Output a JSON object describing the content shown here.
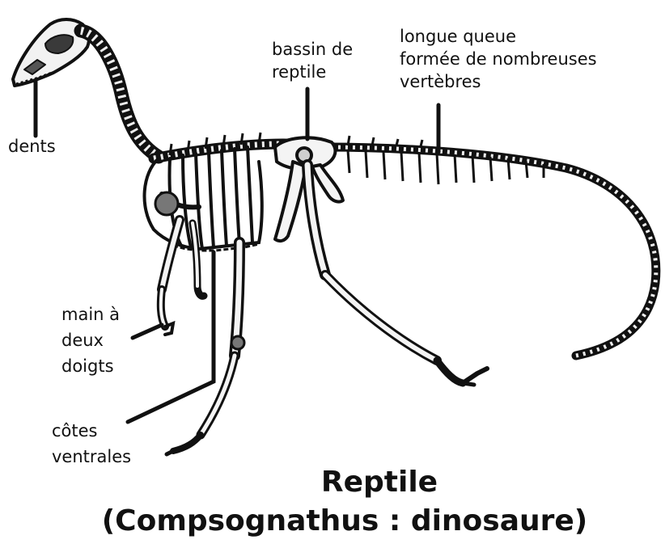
{
  "labels": {
    "teeth": "dents",
    "pelvis_line1": "bassin de",
    "pelvis_line2": "reptile",
    "tail_line1": "longue queue",
    "tail_line2": "formée de nombreuses",
    "tail_line3": "vertèbres",
    "hand_line1": "main à",
    "hand_line2": "deux",
    "hand_line3": "doigts",
    "ribs_line1": "côtes",
    "ribs_line2": "ventrales"
  },
  "title": {
    "line1": "Reptile",
    "line2": "(Compsognathus : dinosaure)"
  },
  "colors": {
    "ink": "#111111",
    "bone": "#f4f4f4",
    "shadow": "#6a6a6a",
    "background": "#ffffff"
  }
}
